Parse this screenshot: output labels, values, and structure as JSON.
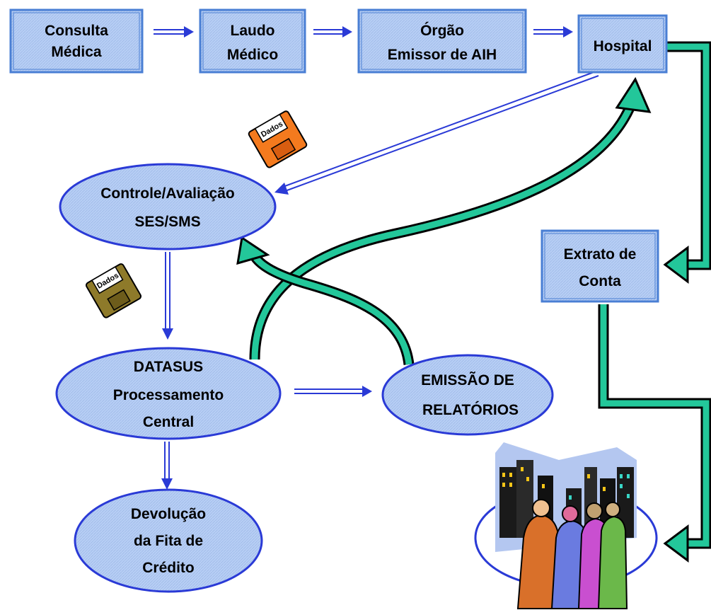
{
  "colors": {
    "box_fill": "#b8cff5",
    "box_border": "#4a7fd4",
    "thin_arrow": "#2a3ad6",
    "thick_arrow": "#23c79a",
    "thick_arrow_outline": "#000000",
    "disk_orange": "#f47a1e",
    "disk_olive": "#8e7a2a"
  },
  "nodes": {
    "consulta": {
      "line1": "Consulta",
      "line2": "Médica"
    },
    "laudo": {
      "line1": "Laudo",
      "line2": "Médico"
    },
    "orgao": {
      "line1": "Órgão",
      "line2": "Emissor de AIH"
    },
    "hospital": {
      "label": "Hospital"
    },
    "extrato": {
      "line1": "Extrato  de",
      "line2": "Conta"
    },
    "controle": {
      "line1": "Controle/Avaliação",
      "line2": "SES/SMS"
    },
    "datasus": {
      "line1": "DATASUS",
      "line2": "Processamento",
      "line3": "Central"
    },
    "emissao": {
      "line1": "EMISSÃO DE",
      "line2": "RELATÓRIOS"
    },
    "devolucao": {
      "line1": "Devolução",
      "line2": "da Fita de",
      "line3": "Crédito"
    }
  },
  "disks": {
    "disk1": {
      "label": "Dados",
      "icon": "floppy-disk-icon"
    },
    "disk2": {
      "label": "Dados",
      "icon": "floppy-disk-icon"
    }
  },
  "clipart": {
    "icon": "people-city-clipart"
  }
}
